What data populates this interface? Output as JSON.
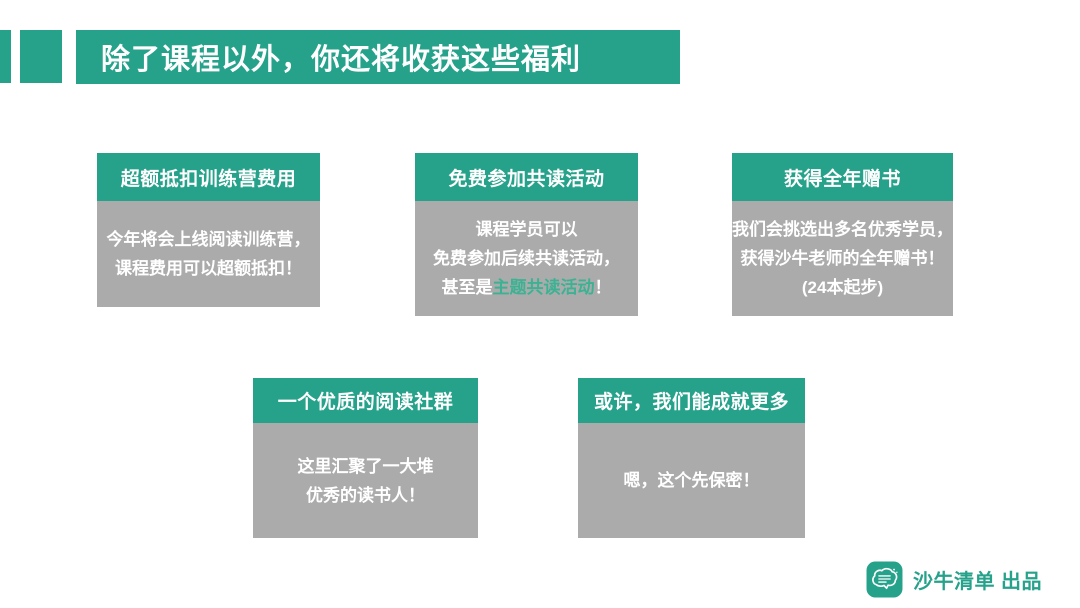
{
  "slide": {
    "title": "除了课程以外，你还将收获这些福利"
  },
  "colors": {
    "theme_green": "#26a28b",
    "card_body_gray": "#ababab",
    "highlight_green": "#3cb293",
    "text_white": "#ffffff"
  },
  "cards": [
    {
      "title": "超额抵扣训练营费用",
      "lines": [
        [
          {
            "t": "今年将会上线阅读训练营，"
          }
        ],
        [
          {
            "t": "课程费用可以超额抵扣！"
          }
        ]
      ]
    },
    {
      "title": "免费参加共读活动",
      "lines": [
        [
          {
            "t": "课程学员可以"
          }
        ],
        [
          {
            "t": "免费参加后续共读活动，"
          }
        ],
        [
          {
            "t": "甚至是"
          },
          {
            "t": "主题共读活动",
            "highlight": true
          },
          {
            "t": "！"
          }
        ]
      ]
    },
    {
      "title": "获得全年赠书",
      "lines": [
        [
          {
            "t": "我们会挑选出多名优秀学员，"
          }
        ],
        [
          {
            "t": "获得沙牛老师的全年赠书！"
          }
        ],
        [
          {
            "t": "(24本起步)"
          }
        ]
      ]
    },
    {
      "title": "一个优质的阅读社群",
      "lines": [
        [
          {
            "t": "这里汇聚了一大堆"
          }
        ],
        [
          {
            "t": "优秀的读书人！"
          }
        ]
      ]
    },
    {
      "title": "或许，我们能成就更多",
      "lines": [
        [
          {
            "t": "嗯，这个先保密！"
          }
        ]
      ]
    }
  ],
  "footer": {
    "brand": "沙牛清单 出品",
    "logo_icon": "brain-chat-bubble-icon"
  }
}
